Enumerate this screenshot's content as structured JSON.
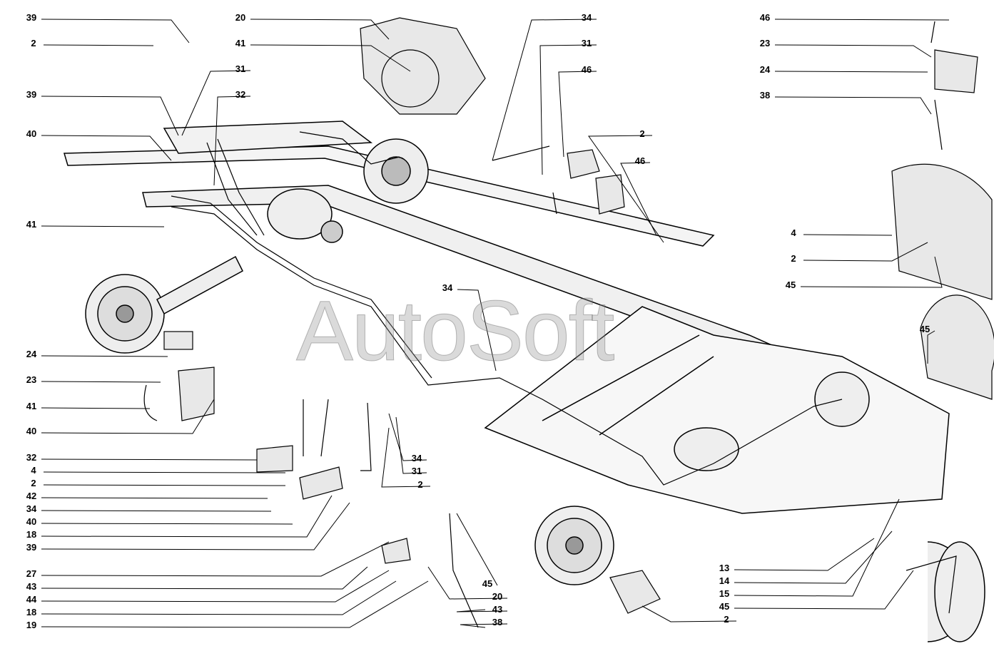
{
  "diagram": {
    "watermark": "AutoSoft",
    "callouts": [
      {
        "number": "39"
      },
      {
        "number": "2"
      },
      {
        "number": "39"
      },
      {
        "number": "40"
      },
      {
        "number": "41"
      },
      {
        "number": "24"
      },
      {
        "number": "23"
      },
      {
        "number": "41"
      },
      {
        "number": "40"
      },
      {
        "number": "32"
      },
      {
        "number": "4"
      },
      {
        "number": "2"
      },
      {
        "number": "42"
      },
      {
        "number": "34"
      },
      {
        "number": "40"
      },
      {
        "number": "18"
      },
      {
        "number": "39"
      },
      {
        "number": "27"
      },
      {
        "number": "43"
      },
      {
        "number": "44"
      },
      {
        "number": "18"
      },
      {
        "number": "19"
      },
      {
        "number": "20"
      },
      {
        "number": "41"
      },
      {
        "number": "31"
      },
      {
        "number": "32"
      },
      {
        "number": "34"
      },
      {
        "number": "31"
      },
      {
        "number": "46"
      },
      {
        "number": "2"
      },
      {
        "number": "46"
      },
      {
        "number": "46"
      },
      {
        "number": "23"
      },
      {
        "number": "24"
      },
      {
        "number": "38"
      },
      {
        "number": "4"
      },
      {
        "number": "2"
      },
      {
        "number": "45"
      },
      {
        "number": "45"
      },
      {
        "number": "34"
      },
      {
        "number": "34"
      },
      {
        "number": "31"
      },
      {
        "number": "2"
      },
      {
        "number": "45"
      },
      {
        "number": "20"
      },
      {
        "number": "43"
      },
      {
        "number": "38"
      },
      {
        "number": "13"
      },
      {
        "number": "14"
      },
      {
        "number": "15"
      },
      {
        "number": "45"
      },
      {
        "number": "2"
      }
    ]
  }
}
